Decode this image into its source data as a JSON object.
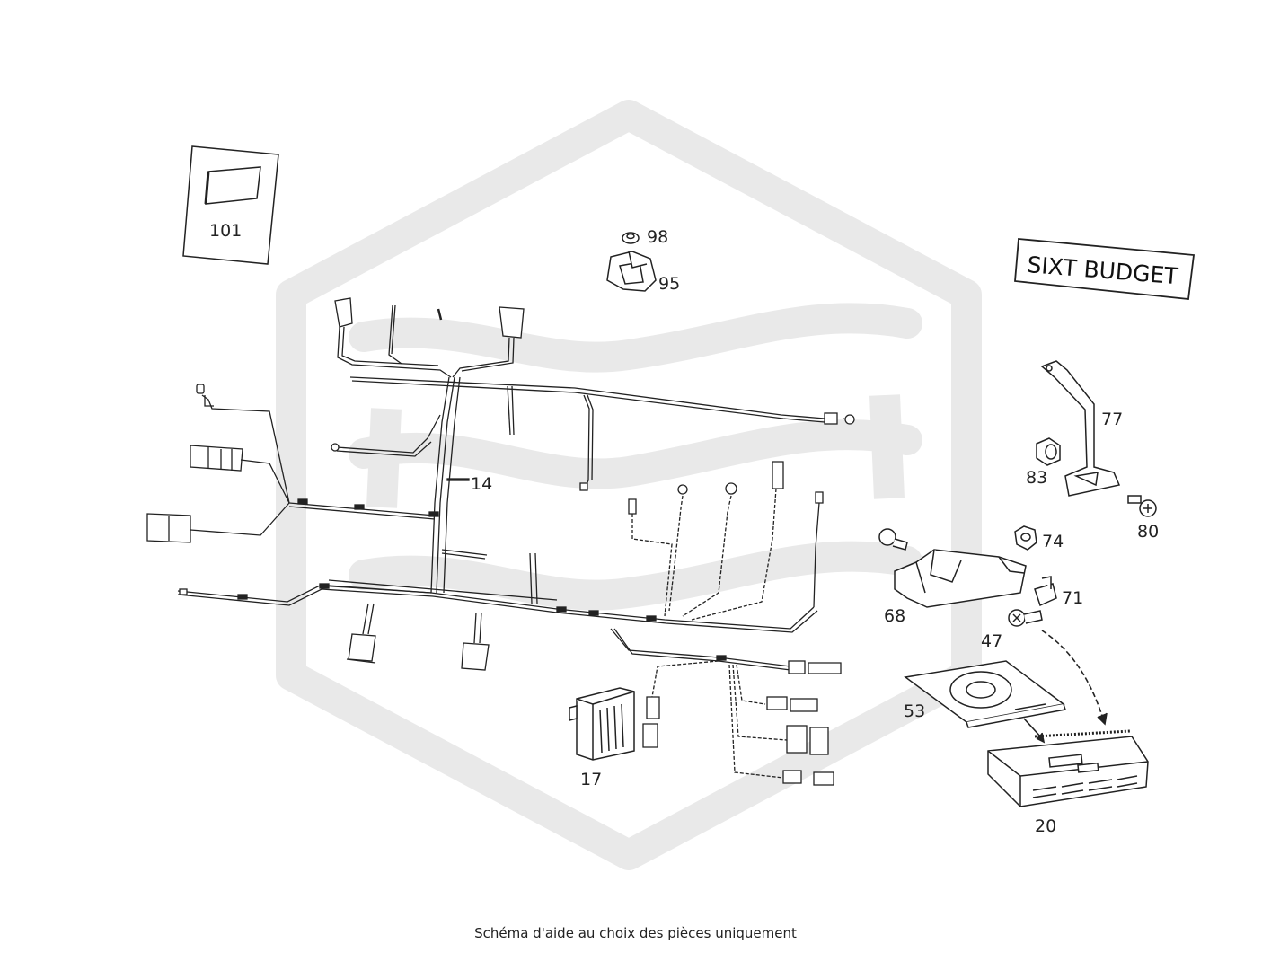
{
  "labels": {
    "p101": "101",
    "p98": "98",
    "p95": "95",
    "p14": "14",
    "p77": "77",
    "p83": "83",
    "p80": "80",
    "p74": "74",
    "p71": "71",
    "p68": "68",
    "p47": "47",
    "p53": "53",
    "p17": "17",
    "p20": "20"
  },
  "stamp": "SIXT BUDGET",
  "footer": "Schéma d'aide au choix des pièces uniquement",
  "colors": {
    "line": "#222222",
    "watermark": "#e9e9e9"
  }
}
